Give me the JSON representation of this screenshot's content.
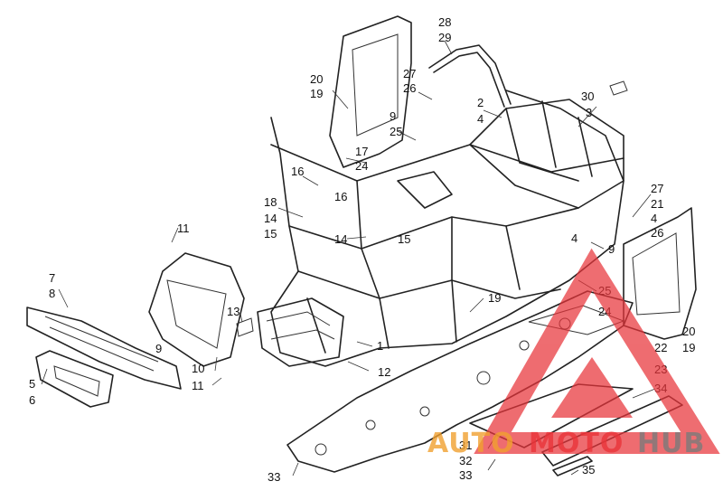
{
  "diagram": {
    "callouts": [
      {
        "id": "c28",
        "text": "28"
      },
      {
        "id": "c29",
        "text": "29"
      },
      {
        "id": "c27a",
        "text": "27"
      },
      {
        "id": "c26a",
        "text": "26"
      },
      {
        "id": "c20a",
        "text": "20"
      },
      {
        "id": "c19a",
        "text": "19"
      },
      {
        "id": "c30",
        "text": "30"
      },
      {
        "id": "c3",
        "text": "3"
      },
      {
        "id": "c2",
        "text": "2"
      },
      {
        "id": "c4a",
        "text": "4"
      },
      {
        "id": "c9a",
        "text": "9"
      },
      {
        "id": "c25a",
        "text": "25"
      },
      {
        "id": "c17",
        "text": "17"
      },
      {
        "id": "c24a",
        "text": "24"
      },
      {
        "id": "c16a",
        "text": "16"
      },
      {
        "id": "c16b",
        "text": "16"
      },
      {
        "id": "c18",
        "text": "18"
      },
      {
        "id": "c14a",
        "text": "14"
      },
      {
        "id": "c15a",
        "text": "15"
      },
      {
        "id": "c14b",
        "text": "14"
      },
      {
        "id": "c15b",
        "text": "15"
      },
      {
        "id": "c11a",
        "text": "11"
      },
      {
        "id": "c27b",
        "text": "27"
      },
      {
        "id": "c21",
        "text": "21"
      },
      {
        "id": "c4b",
        "text": "4"
      },
      {
        "id": "c26b",
        "text": "26"
      },
      {
        "id": "c4c",
        "text": "4"
      },
      {
        "id": "c9b",
        "text": "9"
      },
      {
        "id": "c7",
        "text": "7"
      },
      {
        "id": "c8",
        "text": "8"
      },
      {
        "id": "c25b",
        "text": "25"
      },
      {
        "id": "c19b",
        "text": "19"
      },
      {
        "id": "c24b",
        "text": "24"
      },
      {
        "id": "c13",
        "text": "13"
      },
      {
        "id": "c9c",
        "text": "9"
      },
      {
        "id": "c20b",
        "text": "20"
      },
      {
        "id": "c22",
        "text": "22"
      },
      {
        "id": "c19c",
        "text": "19"
      },
      {
        "id": "c1",
        "text": "1"
      },
      {
        "id": "c10",
        "text": "10"
      },
      {
        "id": "c12",
        "text": "12"
      },
      {
        "id": "c23",
        "text": "23"
      },
      {
        "id": "c11b",
        "text": "11"
      },
      {
        "id": "c5",
        "text": "5"
      },
      {
        "id": "c34",
        "text": "34"
      },
      {
        "id": "c6",
        "text": "6"
      },
      {
        "id": "c31",
        "text": "31"
      },
      {
        "id": "c32",
        "text": "32"
      },
      {
        "id": "c33a",
        "text": "33"
      },
      {
        "id": "c33b",
        "text": "33"
      },
      {
        "id": "c35",
        "text": "35"
      }
    ]
  },
  "watermark": {
    "part1": "AUTO",
    "part2": "MOTO",
    "part3": "HUB",
    "color_orange": "#f0a030",
    "color_red": "#e8343a",
    "color_gray": "#7a7a7a"
  }
}
